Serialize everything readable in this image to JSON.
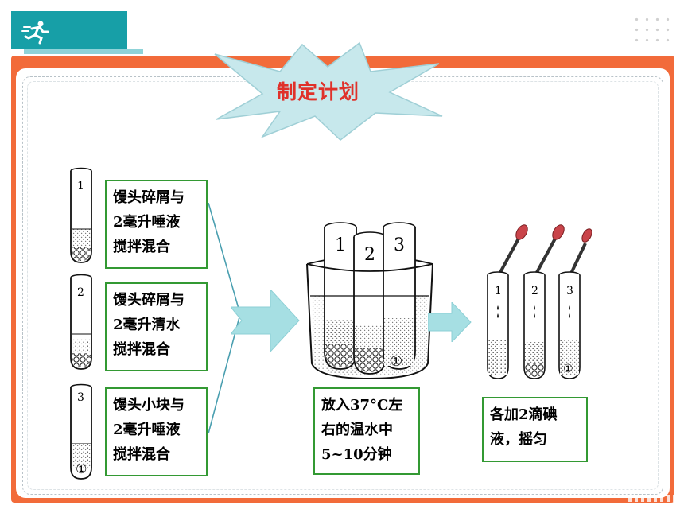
{
  "slide": {
    "title": "制定计划",
    "colors": {
      "frame": "#f26b3a",
      "header": "#179fa7",
      "box_border": "#339933",
      "title_text": "#e0312a",
      "arrow": "#a6dfe3"
    }
  },
  "header": {
    "icon": "running-person-icon"
  },
  "tubes": {
    "n1": "1",
    "n2": "2",
    "n3": "3",
    "bottom_mark": "①"
  },
  "steps": {
    "tube1_lines": [
      "馒头碎屑与",
      "2毫升唾液",
      "搅拌混合"
    ],
    "tube2_lines": [
      "馒头碎屑与",
      "2毫升清水",
      "搅拌混合"
    ],
    "tube3_lines": [
      "馒头小块与",
      "2毫升唾液",
      "搅拌混合"
    ],
    "incubate_lines": [
      "放入37°C左",
      "右的温水中",
      "5~10分钟"
    ],
    "iodine_lines": [
      "各加2滴碘",
      "液，摇匀"
    ]
  }
}
